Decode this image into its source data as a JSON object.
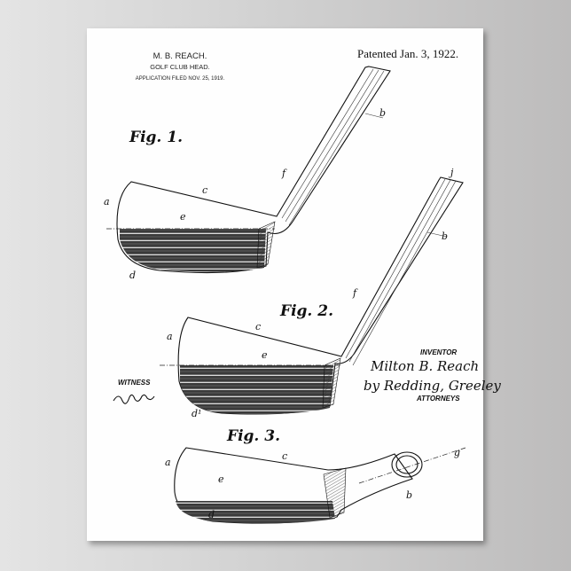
{
  "header": {
    "inventor_name": "M. B. REACH.",
    "title": "GOLF CLUB HEAD.",
    "filed": "APPLICATION FILED NOV. 25, 1919.",
    "patented": "Patented Jan. 3, 1922."
  },
  "figures": [
    {
      "label": "Fig. 1.",
      "parts": {
        "a": "a",
        "c": "c",
        "e": "e",
        "d": "d",
        "f": "f",
        "b": "b"
      }
    },
    {
      "label": "Fig. 2.",
      "parts": {
        "a": "a",
        "c": "c",
        "e": "e",
        "d": "d¹",
        "f": "f",
        "b": "b",
        "j": "j"
      }
    },
    {
      "label": "Fig. 3.",
      "parts": {
        "a": "a",
        "c": "c",
        "e": "e",
        "d": "d",
        "b": "b",
        "g": "g"
      }
    }
  ],
  "witness": {
    "caption": "WITNESS"
  },
  "inventor": {
    "caption": "INVENTOR",
    "signature": "Milton B. Reach",
    "attorneys_signature": "by Redding, Greeley",
    "attorneys_caption": "ATTORNEYS"
  },
  "colors": {
    "paper": "#fefefe",
    "ink": "#111111",
    "wall": "#cfcfcf"
  }
}
